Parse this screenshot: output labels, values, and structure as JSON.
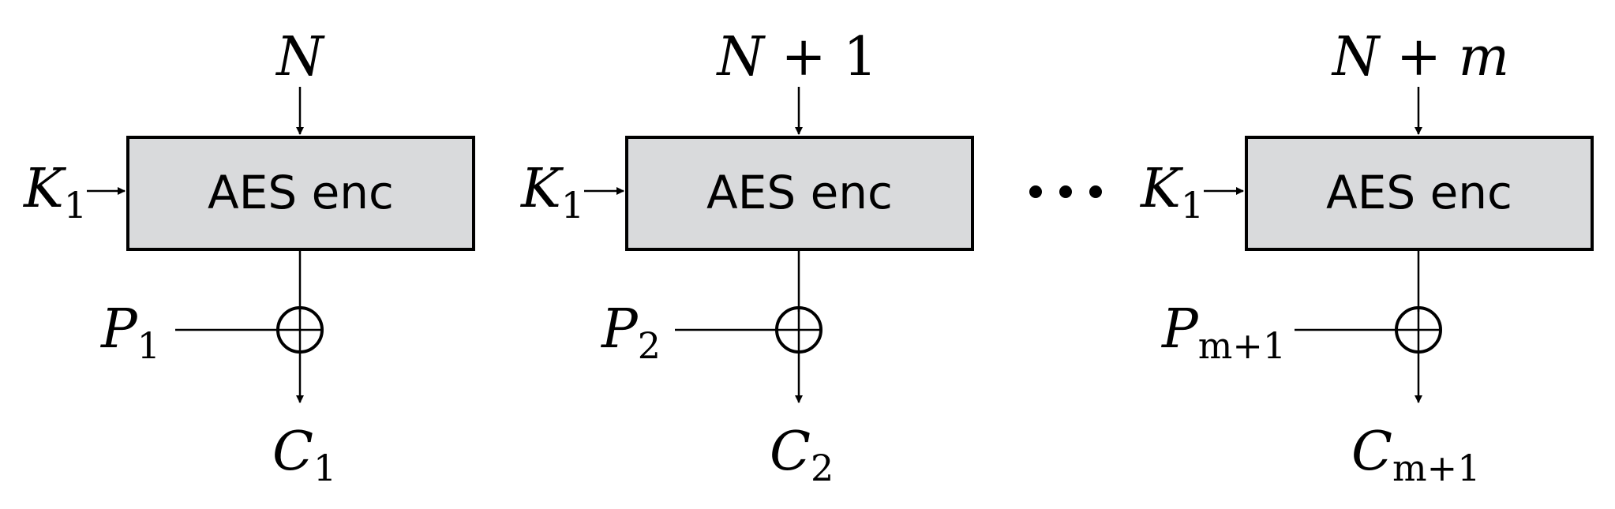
{
  "blocks": [
    {
      "nonce": {
        "base": "N",
        "op": "",
        "term": ""
      },
      "key": {
        "base": "K",
        "sub": "1"
      },
      "box_label": "AES enc",
      "plaintext": {
        "base": "P",
        "sub": "1"
      },
      "ciphertext": {
        "base": "C",
        "sub": "1"
      }
    },
    {
      "nonce": {
        "base": "N",
        "op": "+",
        "term": "1"
      },
      "key": {
        "base": "K",
        "sub": "1"
      },
      "box_label": "AES enc",
      "plaintext": {
        "base": "P",
        "sub": "2"
      },
      "ciphertext": {
        "base": "C",
        "sub": "2"
      }
    },
    {
      "nonce": {
        "base": "N",
        "op": "+",
        "term": "m"
      },
      "key": {
        "base": "K",
        "sub": "1"
      },
      "box_label": "AES enc",
      "plaintext": {
        "base": "P",
        "sub": "m+1"
      },
      "ciphertext": {
        "base": "C",
        "sub": "m+1"
      }
    }
  ],
  "ellipsis_dots": 3
}
